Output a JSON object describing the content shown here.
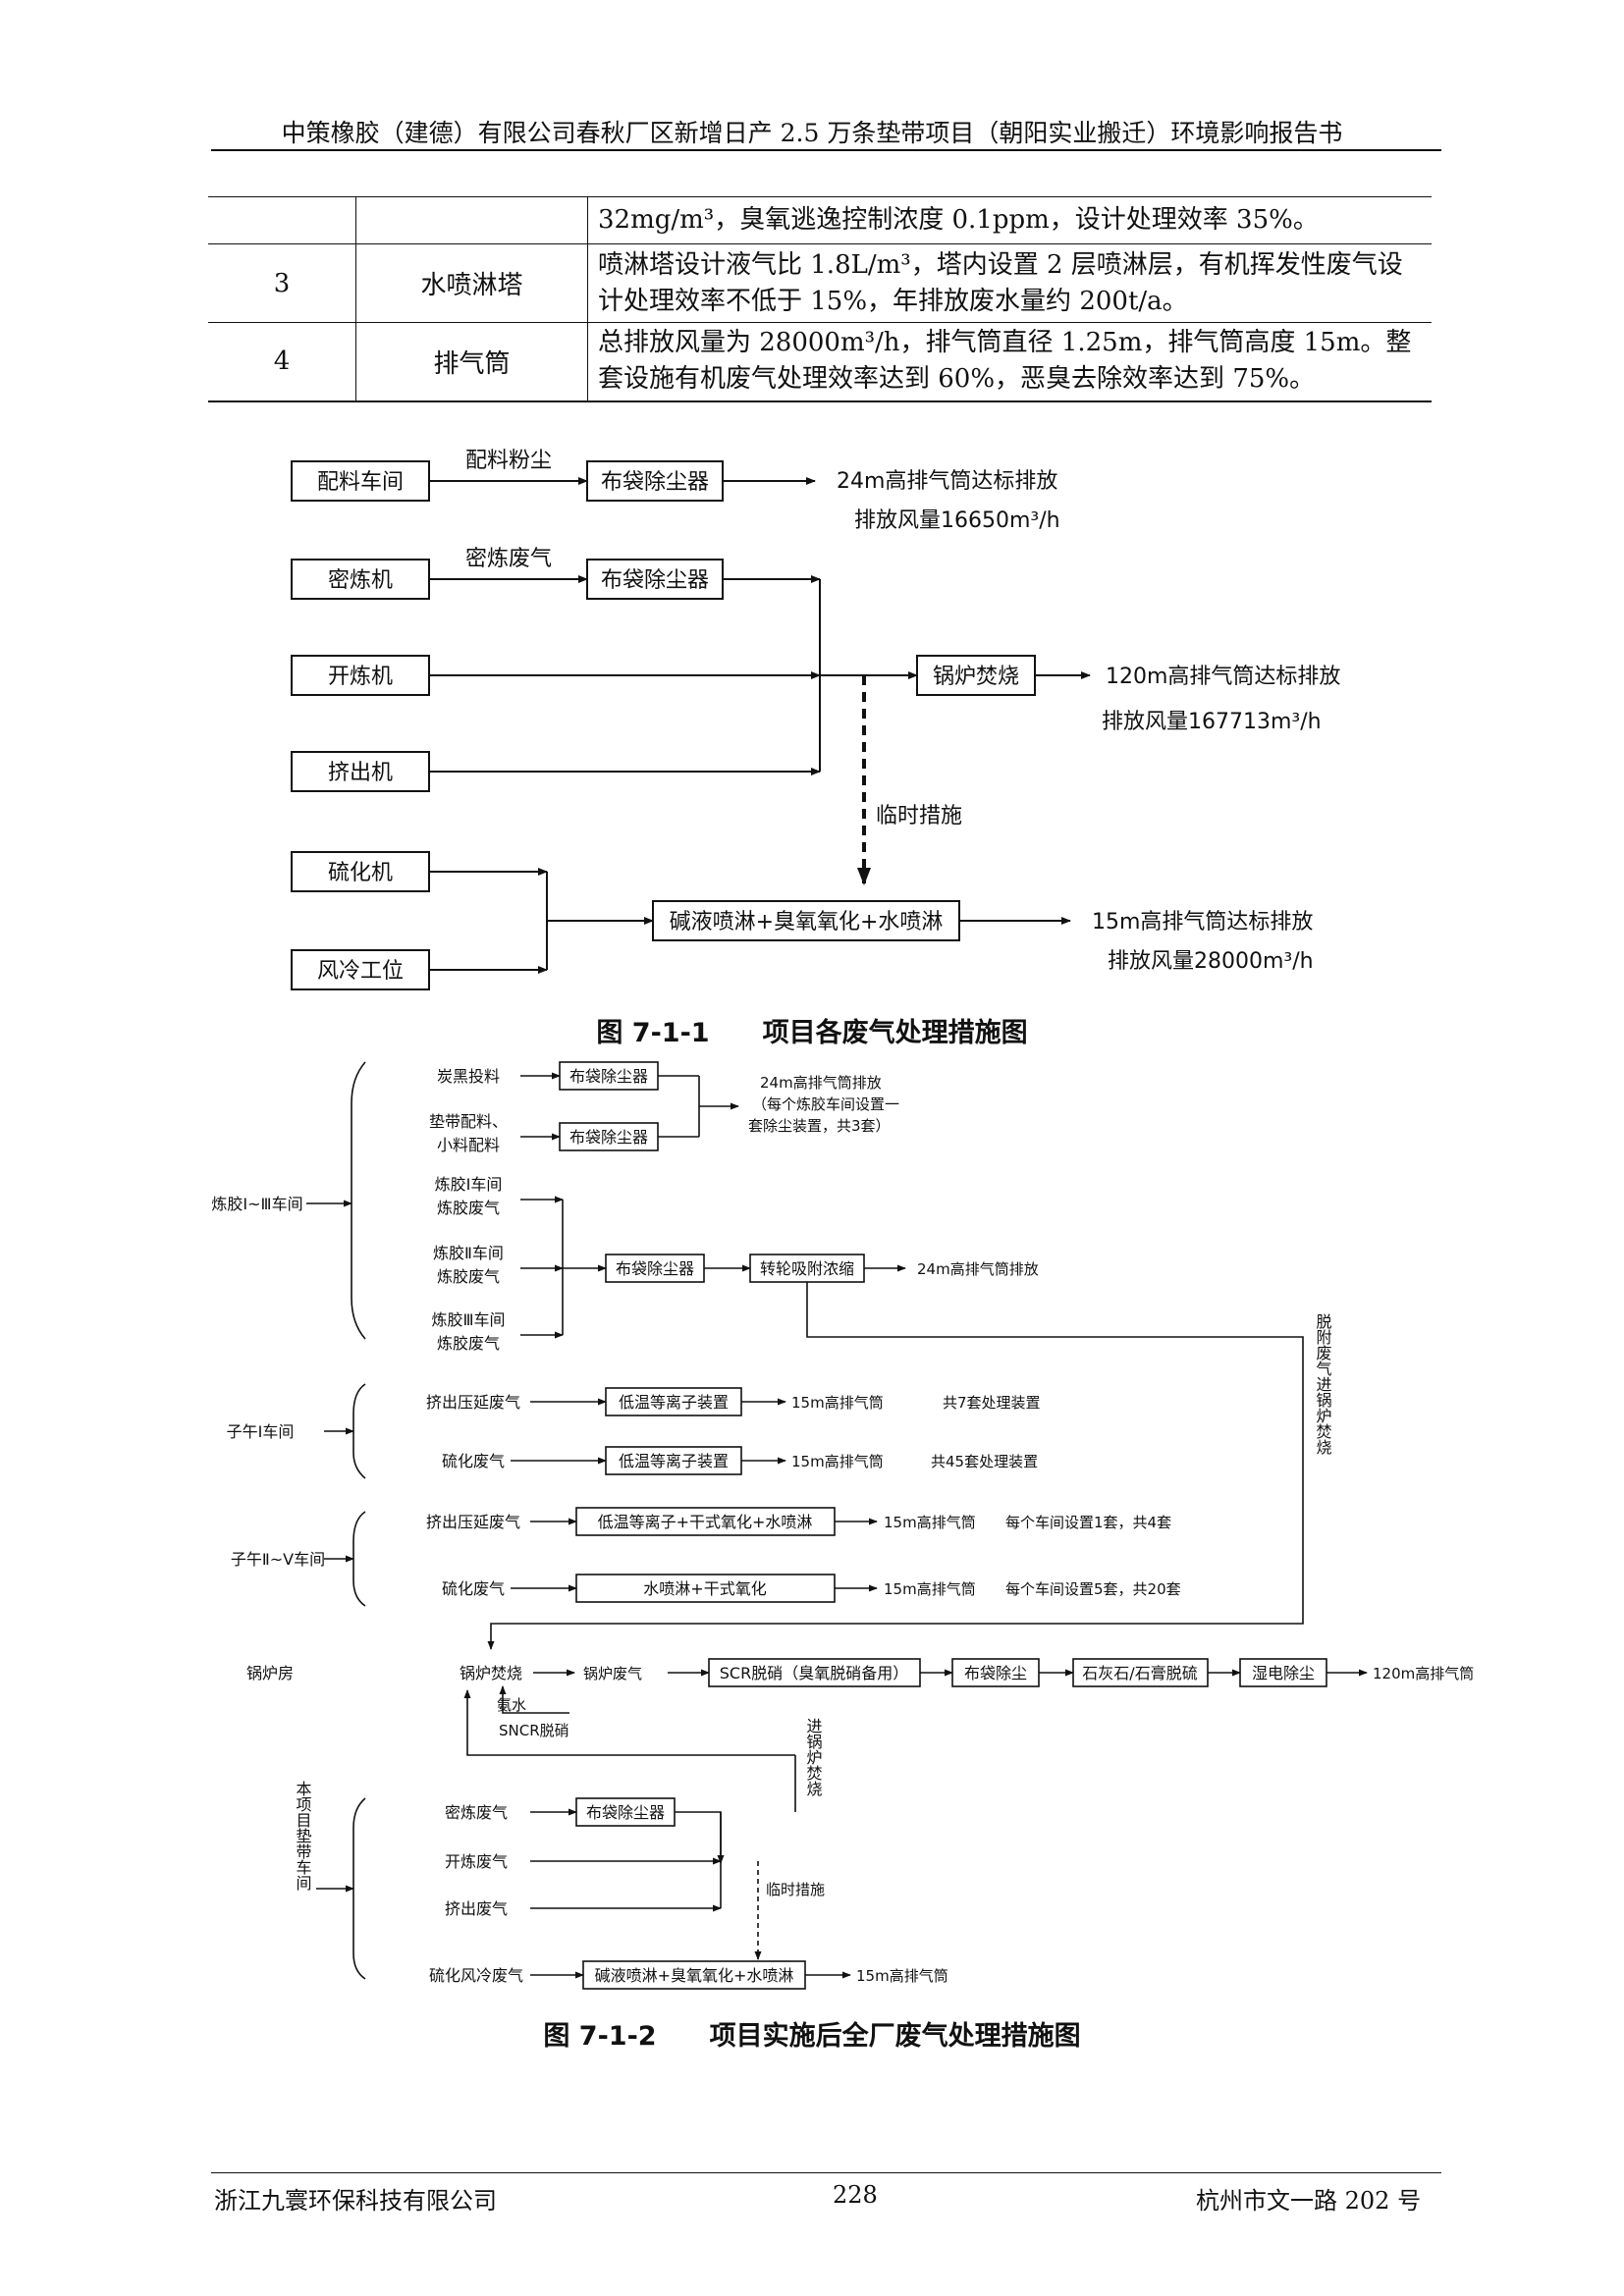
{
  "header": {
    "title": "中策橡胶（建德）有限公司春秋厂区新增日产 2.5 万条垫带项目（朝阳实业搬迁）环境影响报告书"
  },
  "table": {
    "row0": {
      "desc": "32mg/m³，臭氧逃逸控制浓度 0.1ppm，设计处理效率 35%。"
    },
    "row1": {
      "num": "3",
      "name": "水喷淋塔",
      "desc": "喷淋塔设计液气比 1.8L/m³，塔内设置 2 层喷淋层，有机挥发性废气设计处理效率不低于 15%，年排放废水量约 200t/a。"
    },
    "row2": {
      "num": "4",
      "name": "排气筒",
      "desc": "总排放风量为 28000m³/h，排气筒直径 1.25m，排气筒高度 15m。整套设施有机废气处理效率达到 60%，恶臭去除效率达到 75%。"
    }
  },
  "fig1": {
    "caption": "图 7-1-1　　项目各废气处理措施图",
    "boxes": {
      "peiliao": "配料车间",
      "milian": "密炼机",
      "kailian": "开炼机",
      "jichu": "挤出机",
      "liuhua": "硫化机",
      "fengleng": "风冷工位",
      "bd1": "布袋除尘器",
      "bd2": "布袋除尘器",
      "boiler": "锅炉焚烧",
      "treat": "碱液喷淋+臭氧氧化+水喷淋"
    },
    "labels": {
      "dust": "配料粉尘",
      "mlgas": "密炼废气",
      "temp": "临时措施",
      "out1a": "24m高排气筒达标排放",
      "out1b": "排放风量16650m³/h",
      "out2a": "120m高排气筒达标排放",
      "out2b": "排放风量167713m³/h",
      "out3a": "15m高排气筒达标排放",
      "out3b": "排放风量28000m³/h"
    }
  },
  "fig2": {
    "caption": "图 7-1-2　　项目实施后全厂废气处理措施图",
    "groups": {
      "lianjiao": "炼胶Ⅰ~Ⅲ车间",
      "ziwu1": "子午Ⅰ车间",
      "ziwu2": "子午Ⅱ~Ⅴ车间",
      "guolu": "锅炉房",
      "bxm": "本项目垫带车间"
    },
    "src": {
      "tanhei": "炭黑投料",
      "diandai1": "垫带配料、",
      "diandai2": "小料配料",
      "l1a": "炼胶Ⅰ车间",
      "l1b": "炼胶废气",
      "l2a": "炼胶Ⅱ车间",
      "l2b": "炼胶废气",
      "l3a": "炼胶Ⅲ车间",
      "l3b": "炼胶废气",
      "jc1": "挤出压延废气",
      "lh1": "硫化废气",
      "jc2": "挤出压延废气",
      "lh2": "硫化废气",
      "ml": "密炼废气",
      "kl": "开炼废气",
      "jcq": "挤出废气",
      "lhfl": "硫化风冷废气"
    },
    "boxes": {
      "bd1": "布袋除尘器",
      "bd2": "布袋除尘器",
      "bd3": "布袋除尘器",
      "zlxf": "转轮吸附浓缩",
      "dw1": "低温等离子装置",
      "dw2": "低温等离子装置",
      "dw3": "低温等离子+干式氧化+水喷淋",
      "sp": "水喷淋+干式氧化",
      "boiler": "锅炉焚烧",
      "scr": "SCR脱硝（臭氧脱硝备用）",
      "bdc": "布袋除尘",
      "shs": "石灰石/石膏脱硫",
      "sd": "湿电除尘",
      "bd4": "布袋除尘器",
      "treat": "碱液喷淋+臭氧氧化+水喷淋"
    },
    "labels": {
      "o24a": "24m高排气筒排放",
      "o24b": "（每个炼胶车间设置一",
      "o24c": "套除尘装置，共3套）",
      "o24d": "24m高排气筒排放",
      "o15a": "15m高排气筒",
      "set7": "共7套处理装置",
      "o15b": "15m高排气筒",
      "set45": "共45套处理装置",
      "o15c": "15m高排气筒",
      "set4": "每个车间设置1套，共4套",
      "o15d": "15m高排气筒",
      "set20": "每个车间设置5套，共20套",
      "gasname": "锅炉废气",
      "o120": "120m高排气筒",
      "anshui": "氨水",
      "sncr": "SNCR脱硝",
      "tuofu": "脱附废气进锅炉焚烧",
      "jin": "进锅炉焚烧",
      "linshi": "临时措施",
      "o15e": "15m高排气筒"
    }
  },
  "footer": {
    "company": "浙江九寰环保科技有限公司",
    "page": "228",
    "address": "杭州市文一路 202 号"
  }
}
